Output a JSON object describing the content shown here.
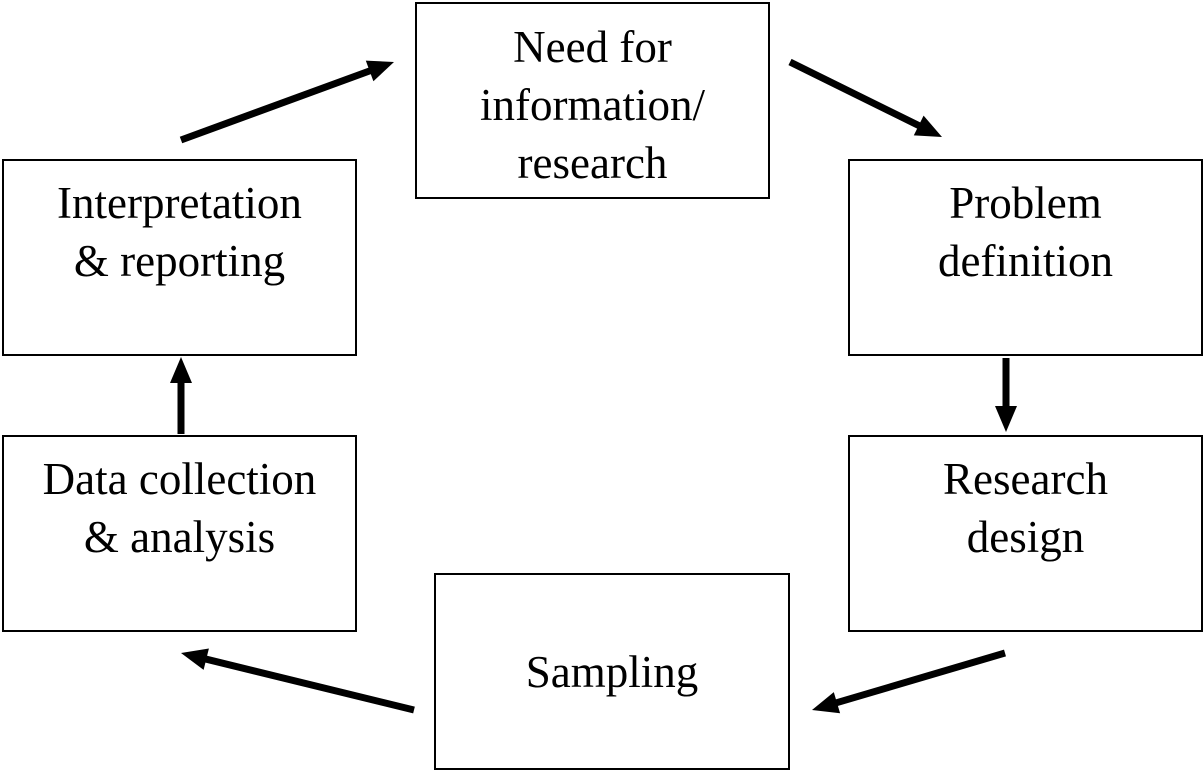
{
  "nodes": {
    "need": {
      "lines": [
        "Need for",
        "information/",
        "research"
      ]
    },
    "problem": {
      "lines": [
        "Problem",
        "definition"
      ]
    },
    "design": {
      "lines": [
        "Research",
        "design"
      ]
    },
    "sampling": {
      "lines": [
        "Sampling"
      ]
    },
    "collection": {
      "lines": [
        "Data collection",
        "& analysis"
      ]
    },
    "interp": {
      "lines": [
        "Interpretation",
        "& reporting"
      ]
    }
  },
  "edges": [
    {
      "from": "need",
      "to": "problem"
    },
    {
      "from": "problem",
      "to": "design"
    },
    {
      "from": "design",
      "to": "sampling"
    },
    {
      "from": "sampling",
      "to": "collection"
    },
    {
      "from": "collection",
      "to": "interp"
    },
    {
      "from": "interp",
      "to": "need"
    }
  ],
  "colors": {
    "stroke": "#000000",
    "background": "#ffffff"
  }
}
